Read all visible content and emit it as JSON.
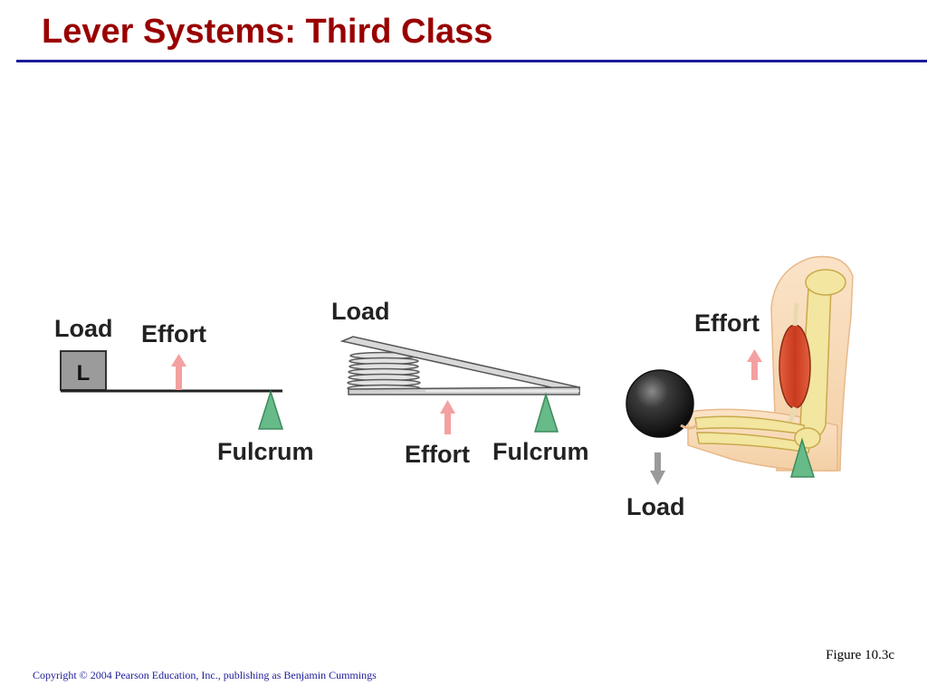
{
  "slide": {
    "title": "Lever Systems: Third Class",
    "figure_caption": "Figure 10.3c",
    "copyright": "Copyright © 2004 Pearson Education, Inc., publishing as Benjamin Cummings"
  },
  "diagram_1": {
    "load_label": "Load",
    "load_box_text": "L",
    "effort_label": "Effort",
    "fulcrum_label": "Fulcrum"
  },
  "diagram_2": {
    "load_label": "Load",
    "effort_label": "Effort",
    "fulcrum_label": "Fulcrum"
  },
  "diagram_3": {
    "effort_label": "Effort",
    "load_label": "Load"
  },
  "colors": {
    "title": "#990000",
    "rule": "#1c1c99",
    "fulcrum": "#66bb88",
    "effort_arrow": "#f4a0a0",
    "load_arrow": "#9a9a9a",
    "muscle": "#d84a2a",
    "bone": "#f2e6a0"
  }
}
